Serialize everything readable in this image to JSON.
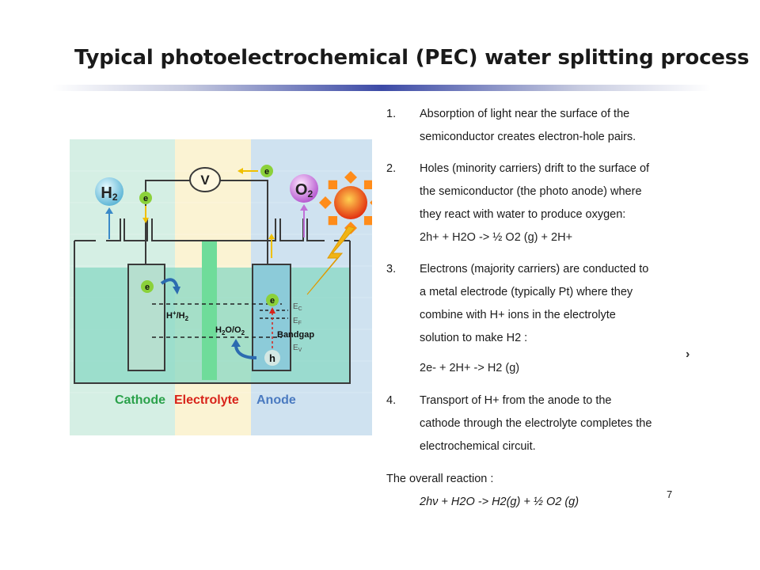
{
  "slide": {
    "title": "Typical photoelectrochemical (PEC) water splitting process",
    "page_number": "7",
    "cursor_glyph": "›"
  },
  "diagram": {
    "labels": {
      "h2_label": "H2",
      "o2_label": "O2",
      "voltmeter": "V",
      "electron": "e",
      "hole": "h",
      "h_plus_h2": "H+/H2",
      "h2o_o2": "H2O/O2",
      "ec": "EC",
      "ef": "EF",
      "ev": "EV",
      "bandgap": "Bandgap",
      "cathode": "Cathode",
      "electrolyte": "Electrolyte",
      "anode": "Anode"
    },
    "colors": {
      "cathode_bg": "#d5efe4",
      "electrolyte_bg": "#fbf3d3",
      "anode_bg": "#cfe2f0",
      "cathode_text": "#2aa14a",
      "electrolyte_text": "#d8231a",
      "anode_text": "#4a7ac0",
      "liquid": "#88d8c4",
      "electron_green": "#8bd13a"
    }
  },
  "steps": [
    {
      "number": "1.",
      "lines": [
        "Absorption of light near the surface of the",
        "semiconductor creates electron-hole pairs."
      ]
    },
    {
      "number": "2.",
      "lines": [
        "Holes (minority carriers) drift to the surface of",
        "the semiconductor (the photo anode) where",
        "they react with water to produce oxygen:"
      ],
      "equation": "2h+ + H2O -> ½ O2 (g) + 2H+"
    },
    {
      "number": "3.",
      "lines": [
        "Electrons (majority carriers) are conducted to",
        "a metal electrode (typically Pt) where they",
        "combine with H+ ions in the electrolyte",
        "solution to make H2 :"
      ],
      "equation": "2e- + 2H+ -> H2 (g)"
    },
    {
      "number": "4.",
      "lines": [
        "Transport of H+ from the anode to the",
        "cathode through the electrolyte completes the",
        "electrochemical circuit."
      ]
    }
  ],
  "overall": {
    "label": "The overall reaction :",
    "equation": "2hν + H2O -> H2(g) + ½ O2 (g)"
  }
}
